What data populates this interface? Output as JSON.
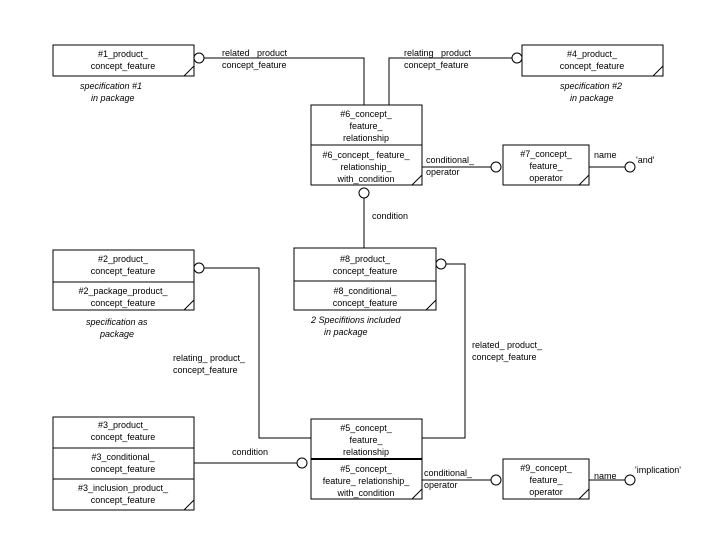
{
  "entities": {
    "e1": {
      "lines": [
        "#1_product_",
        "concept_feature"
      ]
    },
    "e4": {
      "lines": [
        "#4_product_",
        "concept_feature"
      ]
    },
    "e6": {
      "top": [
        "#6_concept_",
        "feature_",
        "relationship"
      ],
      "bottom": [
        "#6_concept_ feature_",
        "relationship_",
        "with_condition"
      ]
    },
    "e7": {
      "lines": [
        "#7_concept_",
        "feature_",
        "operator"
      ]
    },
    "e2": {
      "top": [
        "#2_product_",
        "concept_feature"
      ],
      "bottom": [
        "#2_package_product_",
        "concept_feature"
      ]
    },
    "e8": {
      "top": [
        "#8_product_",
        "concept_feature"
      ],
      "bottom": [
        "#8_conditional_",
        "concept_feature"
      ]
    },
    "e3": {
      "s1": [
        "#3_product_",
        "concept_feature"
      ],
      "s2": [
        "#3_conditional_",
        "concept_feature"
      ],
      "s3": [
        "#3_inclusion_product_",
        "concept_feature"
      ]
    },
    "e5": {
      "top": [
        "#5_concept_",
        "feature_",
        "relationship"
      ],
      "bottom": [
        "#5_concept_",
        "feature_ relationship_",
        "with_condition"
      ]
    },
    "e9": {
      "lines": [
        "#9_concept_",
        "feature_",
        "operator"
      ]
    }
  },
  "labels": {
    "related_top": [
      "related_ product_",
      "concept_feature"
    ],
    "relating_top": [
      "relating_ product_",
      "concept_feature"
    ],
    "conditional_operator_top": [
      "conditional_",
      "operator"
    ],
    "name_top": "name",
    "and_value": "'and'",
    "condition_mid": "condition",
    "relating_mid": [
      "relating_ product_",
      "concept_feature"
    ],
    "related_mid": [
      "related_ product_",
      "concept_feature"
    ],
    "condition_bottom": "condition",
    "conditional_operator_bottom": [
      "conditional_",
      "operator"
    ],
    "name_bottom": "name",
    "implication_value": "'implication'"
  },
  "notes": {
    "spec1": [
      "specification #1",
      "in package"
    ],
    "spec2": [
      "specification #2",
      "in package"
    ],
    "spec_pkg": [
      "specification as",
      "package"
    ],
    "two_specs": [
      "2 Specifitions included",
      "in package"
    ]
  }
}
